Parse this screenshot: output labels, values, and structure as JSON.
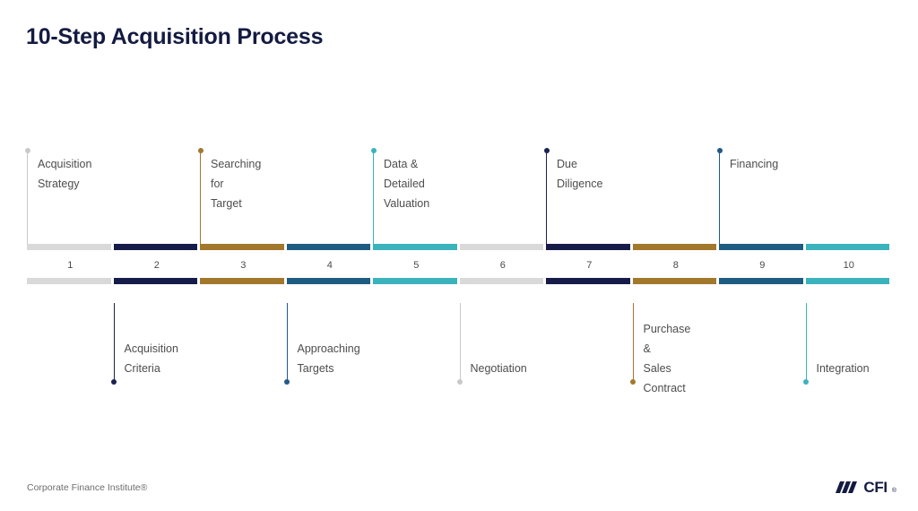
{
  "page_title": "10-Step Acquisition Process",
  "footer": {
    "credit": "Corporate Finance Institute®",
    "brand_word": "CFI",
    "brand_tm": "®",
    "brand_mark_icon": "cfi-bars-logo-icon"
  },
  "palette": {
    "title": "#141b42",
    "label": "#4d4d4d",
    "number": "#4a4a4a",
    "grey": "#d9d9d9",
    "navy": "#161c4a",
    "gold": "#a2782c",
    "steel": "#1f5c82",
    "teal": "#3bb3bd"
  },
  "chart_data": {
    "type": "timeline",
    "title": "10-Step Acquisition Process",
    "step_count": 10,
    "bar_segment_colors": [
      "#d9d9d9",
      "#161c4a",
      "#a2782c",
      "#1f5c82",
      "#3bb3bd",
      "#d9d9d9",
      "#161c4a",
      "#a2782c",
      "#1f5c82",
      "#3bb3bd"
    ],
    "numbers": [
      "1",
      "2",
      "3",
      "4",
      "5",
      "6",
      "7",
      "8",
      "9",
      "10"
    ],
    "steps": [
      {
        "number": "1",
        "label": "Acquisition\nStrategy",
        "side": "top",
        "color": "#c9c9c9",
        "lines": 2
      },
      {
        "number": "2",
        "label": "Acquisition\nCriteria",
        "side": "bottom",
        "color": "#1b2250",
        "lines": 2
      },
      {
        "number": "3",
        "label": "Searching for\nTarget",
        "side": "top",
        "color": "#a2782c",
        "lines": 2
      },
      {
        "number": "4",
        "label": "Approaching\nTargets",
        "side": "bottom",
        "color": "#23588a",
        "lines": 2
      },
      {
        "number": "5",
        "label": "Data &\nDetailed\nValuation",
        "side": "top",
        "color": "#3bb3bd",
        "lines": 3
      },
      {
        "number": "6",
        "label": "Negotiation",
        "side": "bottom",
        "color": "#c9c9c9",
        "lines": 1
      },
      {
        "number": "7",
        "label": "Due\nDiligence",
        "side": "top",
        "color": "#1b2250",
        "lines": 2
      },
      {
        "number": "8",
        "label": "Purchase &\nSales\nContract",
        "side": "bottom",
        "color": "#a2782c",
        "lines": 3
      },
      {
        "number": "9",
        "label": "Financing",
        "side": "top",
        "color": "#23588a",
        "lines": 1
      },
      {
        "number": "10",
        "label": "Integration",
        "side": "bottom",
        "color": "#3bb3bd",
        "lines": 1
      }
    ]
  }
}
